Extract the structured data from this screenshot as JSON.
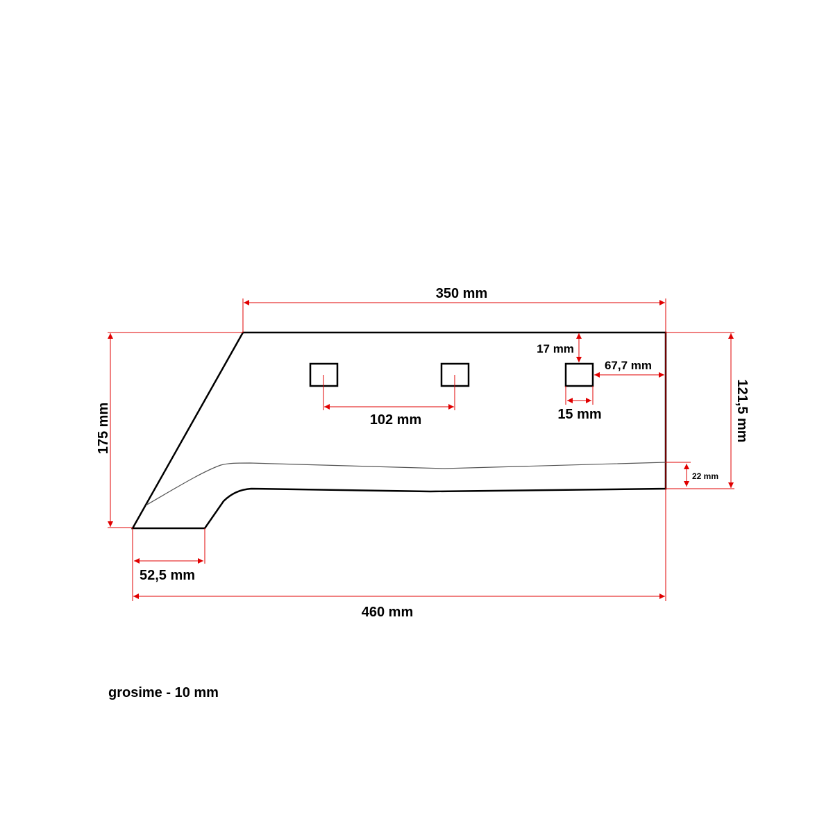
{
  "colors": {
    "dimension": "#e00000",
    "outline": "#000000"
  },
  "dimensions": {
    "top_length": "350 mm",
    "total_length": "460 mm",
    "left_height": "175 mm",
    "right_height": "121,5 mm",
    "edge_band": "22 mm",
    "hole_top_offset": "17 mm",
    "hole_right_offset": "67,7 mm",
    "hole_width": "15 mm",
    "hole_spacing": "102 mm",
    "tip_length": "52,5 mm"
  },
  "note": "grosime - 10 mm"
}
